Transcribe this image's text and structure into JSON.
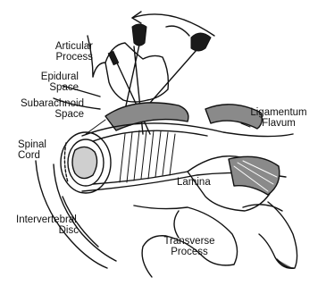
{
  "labels": {
    "articular_process": [
      "Articular",
      "Process"
    ],
    "epidural_space": [
      "Epidural",
      "Space"
    ],
    "subarachnoid_space": [
      "Subarachnoid",
      "Space"
    ],
    "spinal_cord": [
      "Spinal",
      "Cord"
    ],
    "ligamentum_flavum": [
      "Ligamentum",
      "Flavum"
    ],
    "lamina": "Lamina",
    "intervertebral_disc": [
      "Intervertebral",
      "Disc"
    ],
    "transverse_process": [
      "Transverse",
      "Process"
    ]
  },
  "colors": {
    "line": "#111111",
    "shade": "#9a9a9a",
    "dark": "#1a1a1a"
  }
}
